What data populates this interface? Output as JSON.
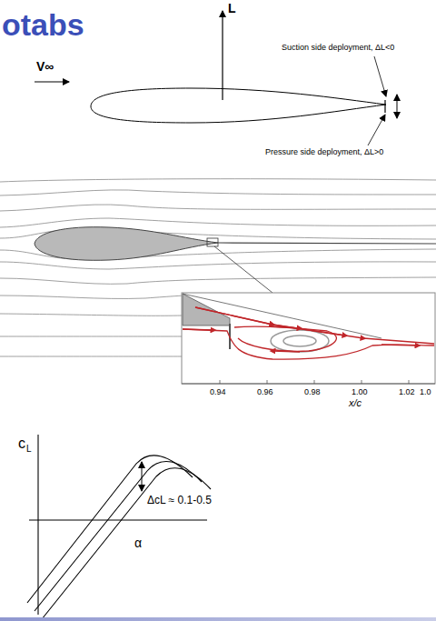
{
  "diagram": {
    "title": "otabs",
    "labels": [
      "L",
      "V∞",
      "Suction side deployment, ΔL<0",
      "Pressure side deployment, ΔL>0",
      "0.94",
      "0.96",
      "0.98",
      "1.00",
      "1.02",
      "1.0",
      "x/c",
      "c",
      "L",
      "ΔcL ≈ 0.1-0.5",
      "α"
    ]
  }
}
